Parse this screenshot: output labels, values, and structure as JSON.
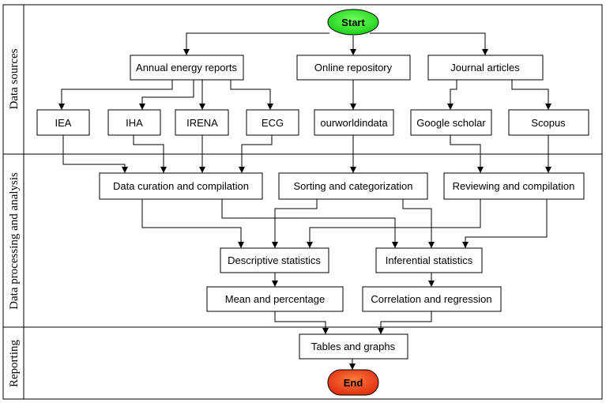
{
  "lanes": [
    {
      "label": "Data sources"
    },
    {
      "label": "Data processing and analysis"
    },
    {
      "label": "Reporting"
    }
  ],
  "nodes": {
    "start": "Start",
    "annual": "Annual energy reports",
    "online": "Online repository",
    "journal": "Journal articles",
    "iea": "IEA",
    "iha": "IHA",
    "irena": "IRENA",
    "ecg": "ECG",
    "owid": "ourworldindata",
    "google": "Google scholar",
    "scopus": "Scopus",
    "curation": "Data curation and compilation",
    "sorting": "Sorting and categorization",
    "reviewing": "Reviewing and compilation",
    "descriptive": "Descriptive statistics",
    "inferential": "Inferential statistics",
    "mean": "Mean and percentage",
    "correlation": "Correlation and regression",
    "tables": "Tables and graphs",
    "end": "End"
  },
  "colors": {
    "start_fill": "#22e51e",
    "end_fill": "#e8401c",
    "line": "#000000"
  }
}
